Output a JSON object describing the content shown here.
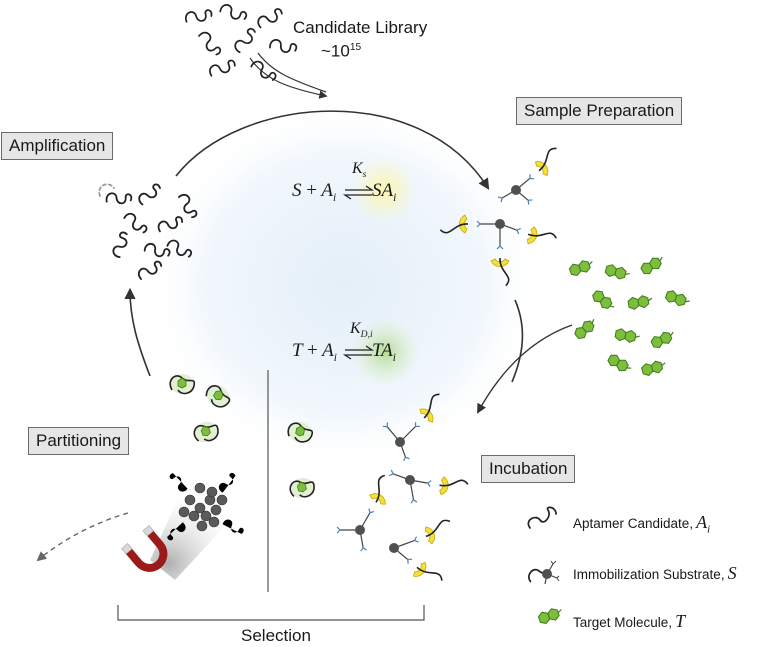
{
  "title": {
    "line1": "Candidate Library",
    "line2_prefix": "~10",
    "line2_exp": "15"
  },
  "stages": {
    "sample_preparation": "Sample Preparation",
    "amplification": "Amplification",
    "partitioning": "Partitioning",
    "incubation": "Incubation"
  },
  "bracket_label": "Selection",
  "eq1": {
    "lhs_a": "S",
    "lhs_plus": "+",
    "lhs_b": "A",
    "lhs_b_sub": "i",
    "k": "K",
    "k_sub": "s",
    "rhs": "SA",
    "rhs_sub": "i"
  },
  "eq2": {
    "lhs_a": "T",
    "lhs_plus": "+",
    "lhs_b": "A",
    "lhs_b_sub": "i",
    "k": "K",
    "k_sub": "D,i",
    "rhs": "TA",
    "rhs_sub": "i"
  },
  "legend": [
    {
      "text": "Aptamer Candidate,",
      "symbol": "A",
      "symbol_sub": "i",
      "icon": "aptamer-icon"
    },
    {
      "text": "Immobilization Substrate,",
      "symbol": "S",
      "symbol_sub": "",
      "icon": "substrate-icon"
    },
    {
      "text": "Target Molecule,",
      "symbol": "T",
      "symbol_sub": "",
      "icon": "target-molecule-icon"
    }
  ],
  "colors": {
    "target_green": "#7dbf3c",
    "substrate_yellow": "#f3df3c",
    "magnet_red": "#9b1a1a",
    "hub_gray": "#505050",
    "glow_blue": "#e6f1fb"
  }
}
